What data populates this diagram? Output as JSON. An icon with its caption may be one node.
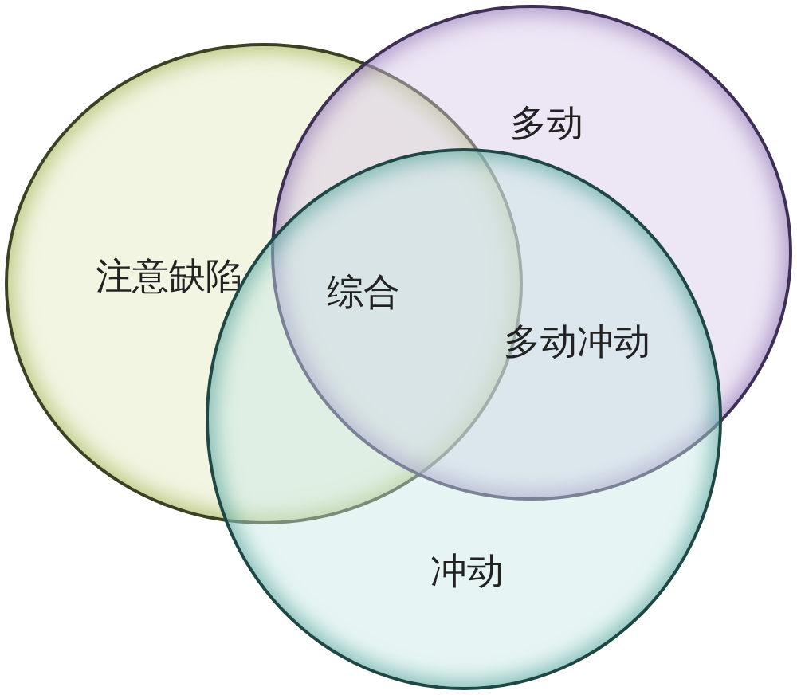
{
  "diagram": {
    "nodes": [
      {
        "text": [
          "注意缺陷"
        ]
      },
      {
        "text": [
          "多动"
        ]
      },
      {
        "text": [
          "冲动"
        ]
      }
    ],
    "labels": [
      "综合",
      "多动冲动"
    ]
  }
}
